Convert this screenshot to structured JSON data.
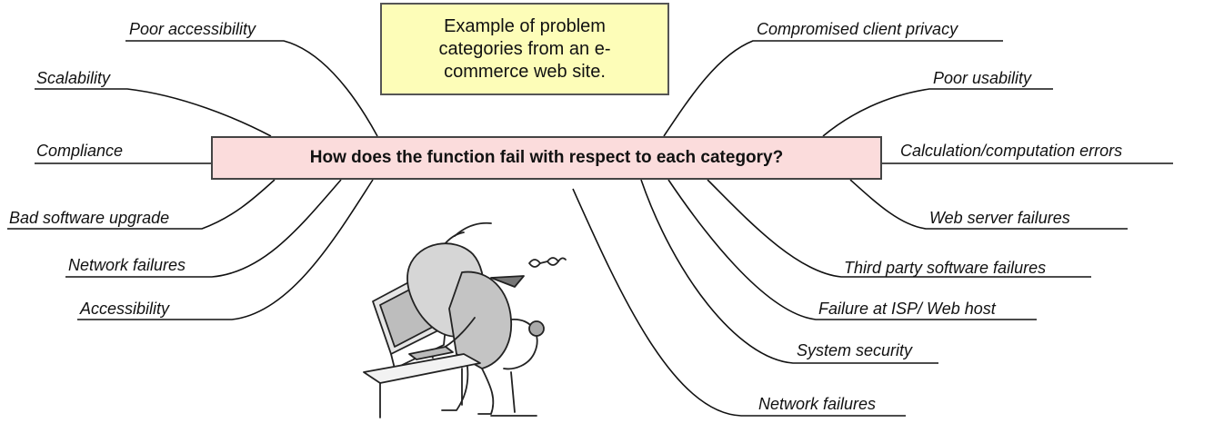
{
  "center_question": "How does the function fail with respect to each category?",
  "note": "Example of problem categories from an e-commerce web site.",
  "left_categories": [
    "Poor accessibility",
    "Scalability",
    "Compliance",
    "Bad software upgrade",
    "Network failures",
    "Accessibility"
  ],
  "right_categories": [
    "Compromised client privacy",
    "Poor usability",
    "Calculation/computation errors",
    "Web server failures",
    "Third party software failures",
    "Failure at ISP/ Web host",
    "System security",
    "Network failures"
  ],
  "colors": {
    "center_box": "#fbdcdc",
    "note_box": "#fdfdb8",
    "line": "#111111"
  },
  "illustration": "frustrated-user-at-computer-icon"
}
